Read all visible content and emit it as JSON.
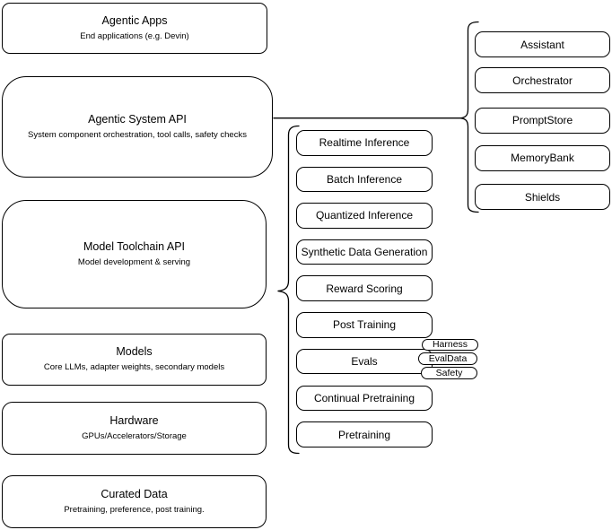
{
  "diagram": {
    "colors": {
      "stroke": "#000000",
      "fill": "#ffffff",
      "background": "#ffffff"
    },
    "stack": [
      {
        "title": "Agentic Apps",
        "subtitle": "End applications (e.g. Devin)"
      },
      {
        "title": "Agentic System API",
        "subtitle": "System component orchestration, tool calls, safety checks"
      },
      {
        "title": "Model Toolchain API",
        "subtitle": "Model development & serving"
      },
      {
        "title": "Models",
        "subtitle": "Core LLMs, adapter weights, secondary models"
      },
      {
        "title": "Hardware",
        "subtitle": "GPUs/Accelerators/Storage"
      },
      {
        "title": "Curated Data",
        "subtitle": "Pretraining, preference, post training."
      }
    ],
    "toolchain_group": {
      "items": [
        "Realtime Inference",
        "Batch Inference",
        "Quantized Inference",
        "Synthetic Data Generation",
        "Reward Scoring",
        "Post Training",
        "Evals",
        "Continual Pretraining",
        "Pretraining"
      ]
    },
    "evals_tags": [
      "Harness",
      "EvalData",
      "Safety"
    ],
    "system_group": {
      "items": [
        "Assistant",
        "Orchestrator",
        "PromptStore",
        "MemoryBank",
        "Shields"
      ]
    }
  }
}
